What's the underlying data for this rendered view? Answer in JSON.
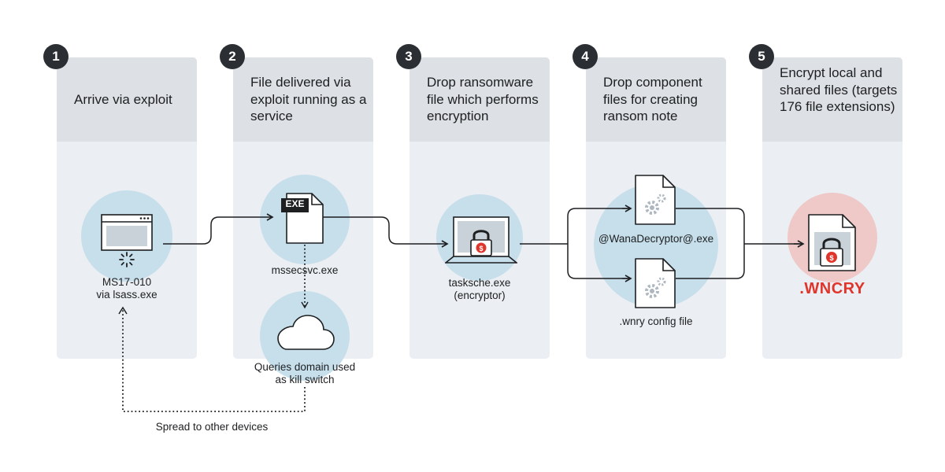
{
  "steps": [
    {
      "number": "1",
      "title": "Arrive via exploit"
    },
    {
      "number": "2",
      "title": "File delivered via exploit running as a service"
    },
    {
      "number": "3",
      "title": "Drop ransomware file which performs encryption"
    },
    {
      "number": "4",
      "title": "Drop component files for creating ransom note"
    },
    {
      "number": "5",
      "title": "Encrypt local and shared files (targets 176 file extensions)"
    }
  ],
  "nodes": {
    "exploit": {
      "line1": "MS17-010",
      "line2": "via lsass.exe"
    },
    "service_file": {
      "badge": "EXE",
      "label": "mssecsvc.exe"
    },
    "kill_switch": {
      "line1": "Queries domain used",
      "line2": "as kill switch"
    },
    "encryptor": {
      "line1": "tasksche.exe",
      "line2": "(encryptor)"
    },
    "decryptor": {
      "label": "@WanaDecryptor@.exe"
    },
    "config_file": {
      "label": ".wnry config file"
    },
    "encrypted": {
      "extension": ".WNCRY"
    }
  },
  "spread_label": "Spread to other devices",
  "colors": {
    "panel": "#ebeef2",
    "panel_header": "#dde0e4",
    "blue_circle": "#c6dfeb",
    "red_circle": "#efc8c8",
    "accent_red": "#e0352b",
    "ink": "#1d1f21"
  },
  "icons": [
    "browser-window-icon",
    "exe-file-icon",
    "cloud-icon",
    "laptop-lock-icon",
    "gear-file-icon",
    "gear-file-icon",
    "file-lock-icon"
  ]
}
